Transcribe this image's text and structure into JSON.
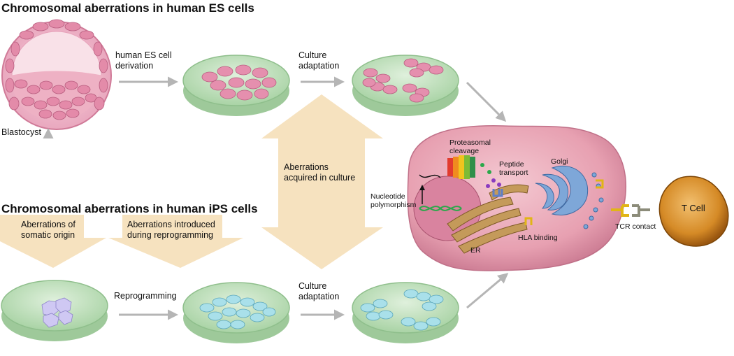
{
  "headings": {
    "es": "Chromosomal aberrations in human ES cells",
    "ips": "Chromosomal aberrations in human iPS cells"
  },
  "labels": {
    "blastocyst": "Blastocyst",
    "es_derivation": "human ES cell derivation",
    "culture_adaptation_top": "Culture adaptation",
    "acquired_culture": "Aberrations acquired in culture",
    "somatic_origin": "Aberrations of somatic origin",
    "reprogramming_introduced": "Aberrations introduced during reprogramming",
    "reprogramming": "Reprogramming",
    "culture_adaptation_bottom": "Culture adaptation"
  },
  "cell_labels": {
    "proteasomal": "Proteasomal cleavage",
    "peptide": "Peptide transport",
    "golgi": "Golgi",
    "nucleotide": "Nucleotide polymorphism",
    "er": "ER",
    "hla": "HLA binding",
    "tcr": "TCR contact",
    "tcell": "T Cell"
  },
  "colors": {
    "dish_fill": "#c9e3c6",
    "dish_edge": "#8fbf8c",
    "es_cell": "#e58fae",
    "ips_cell": "#9fd8e6",
    "arrow_gray": "#b5b5b5",
    "beige_arrow": "#f6e2bf",
    "cell_body": "#e8a4b4",
    "tcell": "#c97a1e"
  }
}
